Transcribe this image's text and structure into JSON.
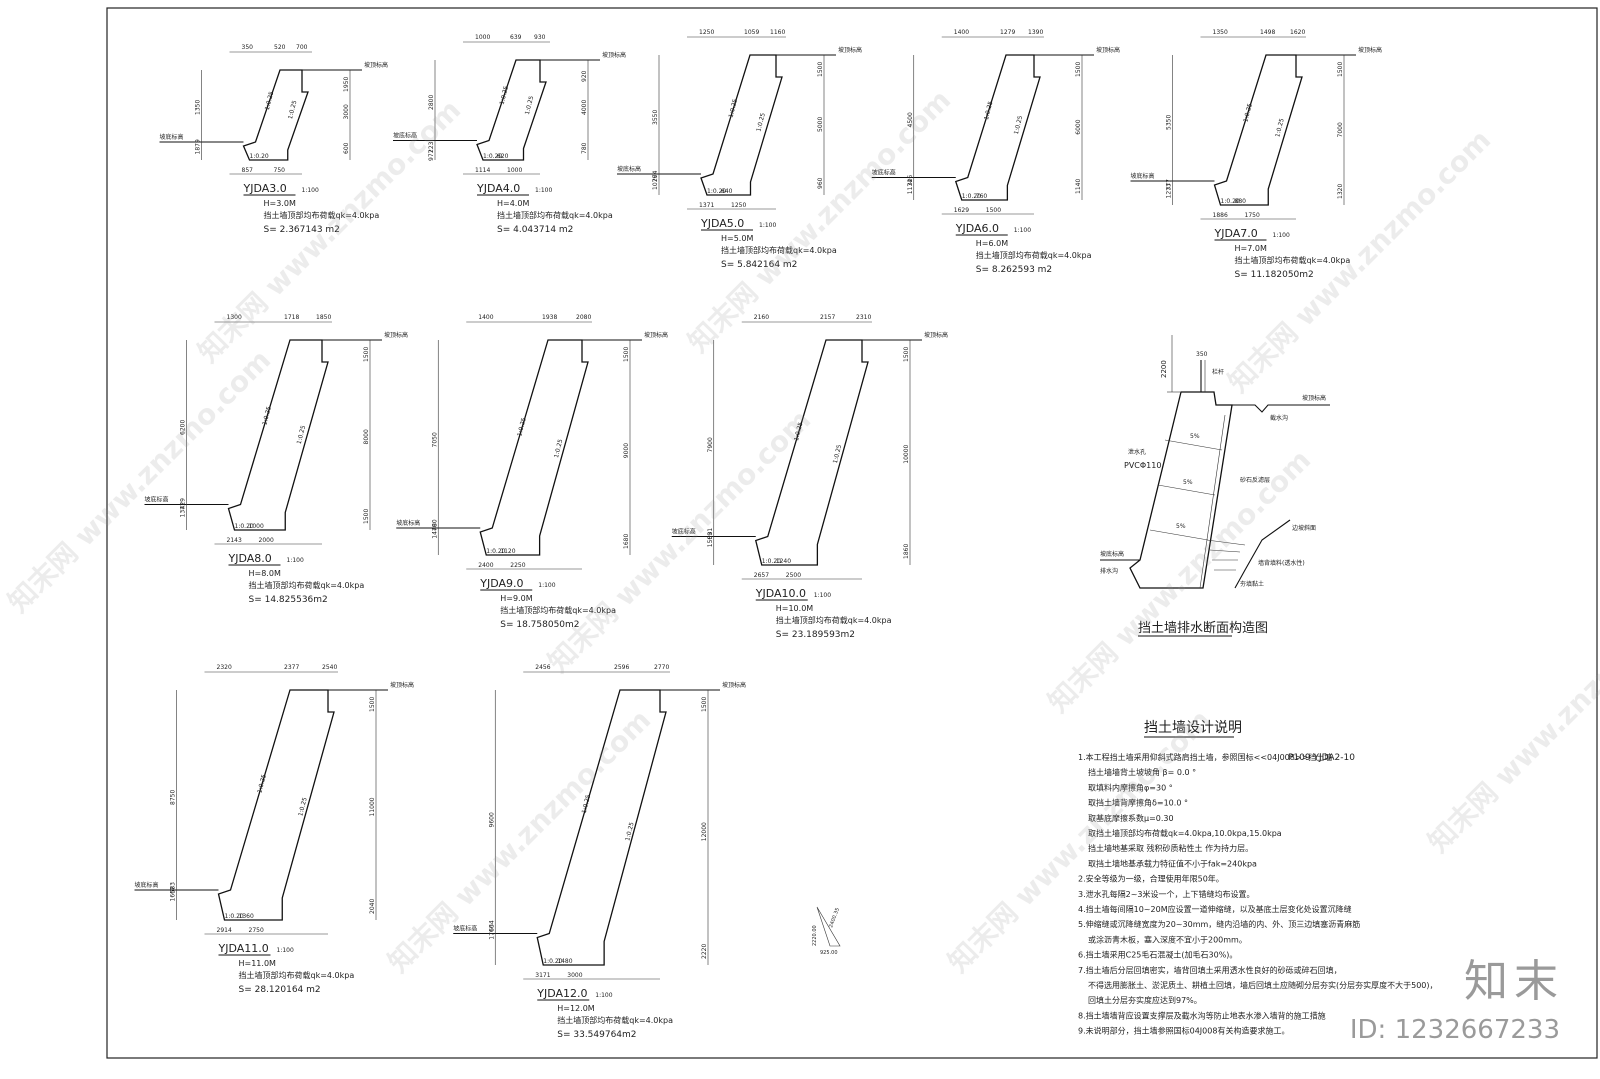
{
  "sheet": {
    "walls": [
      {
        "id": "YJDA3.0",
        "scale": "1:100",
        "h": "H=3.0M",
        "load_label": "挡土墙顶部均布荷载qk=4.0kpa",
        "area": "S= 2.367143 m2",
        "dims_top": [
          "350",
          "520",
          "700"
        ],
        "dims_right": [
          "1950",
          "3000",
          "600"
        ],
        "dims_left": [
          "1350",
          "1879"
        ],
        "dims_bottom": [
          "857",
          "750"
        ],
        "slope_labels": [
          "1:0.25",
          "1:0.25",
          "1:0.20"
        ],
        "ground_top": "坡顶标高",
        "ground_left": "坡底标高"
      },
      {
        "id": "YJDA4.0",
        "scale": "1:100",
        "h": "H=4.0M",
        "load_label": "挡土墙顶部均布荷载qk=4.0kpa",
        "area": "S= 4.043714 m2",
        "dims_top": [
          "1000",
          "639",
          "930"
        ],
        "dims_right": [
          "920",
          "4000",
          "780"
        ],
        "dims_left": [
          "2800",
          "223",
          "977"
        ],
        "dims_bottom": [
          "1114",
          "1000",
          "620"
        ],
        "slope_labels": [
          "1:0.25",
          "1:0.25",
          "1:0.20"
        ],
        "ground_top": "坡顶标高",
        "ground_left": "坡底标高"
      },
      {
        "id": "YJDA5.0",
        "scale": "1:100",
        "h": "H=5.0M",
        "load_label": "挡土墙顶部均布荷载qk=4.0kpa",
        "area": "S= 5.842164 m2",
        "dims_top": [
          "1250",
          "1059",
          "1160"
        ],
        "dims_right": [
          "1500",
          "5000",
          "960"
        ],
        "dims_left": [
          "3550",
          "274",
          "1076"
        ],
        "dims_bottom": [
          "1371",
          "1250",
          "640"
        ],
        "slope_labels": [
          "1:0.25",
          "1:0.25",
          "1:0.20"
        ],
        "ground_top": "坡顶标高",
        "ground_left": "坡底标高"
      },
      {
        "id": "YJDA6.0",
        "scale": "1:100",
        "h": "H=6.0M",
        "load_label": "挡土墙顶部均布荷载qk=4.0kpa",
        "area": "S= 8.262593 m2",
        "dims_top": [
          "1400",
          "1279",
          "1390"
        ],
        "dims_right": [
          "1500",
          "6000",
          "1140"
        ],
        "dims_left": [
          "4500",
          "326",
          "1174"
        ],
        "dims_bottom": [
          "1629",
          "1500",
          "760"
        ],
        "slope_labels": [
          "1:0.25",
          "1:0.25",
          "1:0.20"
        ],
        "ground_top": "坡顶标高",
        "ground_left": "坡底标高"
      },
      {
        "id": "YJDA7.0",
        "scale": "1:100",
        "h": "H=7.0M",
        "load_label": "挡土墙顶部均布荷载qk=4.0kpa",
        "area": "S= 11.182050m2",
        "dims_top": [
          "1350",
          "1498",
          "1620"
        ],
        "dims_right": [
          "1500",
          "7000",
          "1320"
        ],
        "dims_left": [
          "5350",
          "377",
          "1273"
        ],
        "dims_bottom": [
          "1886",
          "1750",
          "880"
        ],
        "slope_labels": [
          "1:0.25",
          "1:0.25",
          "1:0.20"
        ],
        "ground_top": "坡顶标高",
        "ground_left": "坡底标高"
      },
      {
        "id": "YJDA8.0",
        "scale": "1:100",
        "h": "H=8.0M",
        "load_label": "挡土墙顶部均布荷载qk=4.0kpa",
        "area": "S= 14.825536m2",
        "dims_top": [
          "1300",
          "1718",
          "1850"
        ],
        "dims_right": [
          "1500",
          "8000",
          "1500"
        ],
        "dims_left": [
          "6200",
          "429",
          "1371"
        ],
        "dims_bottom": [
          "2143",
          "2000",
          "1000"
        ],
        "slope_labels": [
          "1:0.25",
          "1:0.25",
          "1:0.20"
        ],
        "ground_top": "坡顶标高",
        "ground_left": "坡底标高"
      },
      {
        "id": "YJDA9.0",
        "scale": "1:100",
        "h": "H=9.0M",
        "load_label": "挡土墙顶部均布荷载qk=4.0kpa",
        "area": "S= 18.758050m2",
        "dims_top": [
          "1400",
          "1938",
          "2080"
        ],
        "dims_right": [
          "1500",
          "9000",
          "1680"
        ],
        "dims_left": [
          "7050",
          "480",
          "1470"
        ],
        "dims_bottom": [
          "2400",
          "2250",
          "1120"
        ],
        "slope_labels": [
          "1:0.25",
          "1:0.25",
          "1:0.20"
        ],
        "ground_top": "坡顶标高",
        "ground_left": "坡底标高"
      },
      {
        "id": "YJDA10.0",
        "scale": "1:100",
        "h": "H=10.0M",
        "load_label": "挡土墙顶部均布荷载qk=4.0kpa",
        "area": "S= 23.189593m2",
        "dims_top": [
          "2160",
          "2157",
          "2310"
        ],
        "dims_right": [
          "1500",
          "10000",
          "1860"
        ],
        "dims_left": [
          "7900",
          "531",
          "1569"
        ],
        "dims_bottom": [
          "2657",
          "2500",
          "1240"
        ],
        "slope_labels": [
          "1:0.25",
          "1:0.25",
          "1:0.20"
        ],
        "ground_top": "坡顶标高",
        "ground_left": "坡底标高"
      },
      {
        "id": "YJDA11.0",
        "scale": "1:100",
        "h": "H=11.0M",
        "load_label": "挡土墙顶部均布荷载qk=4.0kpa",
        "area": "S= 28.120164 m2",
        "dims_top": [
          "2320",
          "2377",
          "2540"
        ],
        "dims_right": [
          "1500",
          "11000",
          "2040"
        ],
        "dims_left": [
          "8750",
          "583",
          "1667"
        ],
        "dims_bottom": [
          "2914",
          "2750",
          "1360"
        ],
        "slope_labels": [
          "1:0.25",
          "1:0.25",
          "1:0.20"
        ],
        "ground_top": "坡顶标高",
        "ground_left": "坡底标高"
      },
      {
        "id": "YJDA12.0",
        "scale": "1:100",
        "h": "H=12.0M",
        "load_label": "挡土墙顶部均布荷载qk=4.0kpa",
        "area": "S= 33.549764m2",
        "dims_top": [
          "2456",
          "2596",
          "2770"
        ],
        "dims_right": [
          "1500",
          "12000",
          "2220"
        ],
        "dims_left": [
          "9600",
          "634",
          "1766"
        ],
        "dims_bottom": [
          "3171",
          "3000",
          "1480"
        ],
        "slope_labels": [
          "1:0.25",
          "1:0.25",
          "1:0.20"
        ],
        "ground_top": "坡顶标高",
        "ground_left": "坡底标高"
      }
    ],
    "drain_detail": {
      "title": "挡土墙排水断面构造图",
      "labels": {
        "top_rail": "栏杆",
        "top_ground": "坡顶标高",
        "pipe": "泄水孔",
        "pipe_spec": "PVCΦ110",
        "gravel": "砂石反滤层",
        "bottom_ground": "坡底标高",
        "slope": "边坡斜面",
        "ditch_top": "截水沟",
        "ditch_bottom": "排水沟",
        "fill": "墙背填料(透水性)",
        "cushion": "夯填黏土",
        "dim_top": "2200",
        "dim_small": "350",
        "slope_pct": "5%"
      }
    },
    "notes": {
      "title": "挡土墙设计说明",
      "ref": "P109 YJDA2-10",
      "lines": [
        "1.本工程挡土墙采用仰斜式路肩挡土墙，参照国标<<04J008>>挡土墙",
        "挡土墙墙背土坡坡角 β= 0.0 °",
        "取填料内摩擦角φ=30 °",
        "取挡土墙背摩擦角δ=10.0 °",
        "取基底摩擦系数μ=0.30",
        "取挡土墙顶部均布荷载qk=4.0kpa,10.0kpa,15.0kpa",
        "挡土墙地基采取  残积砂质粘性土  作为持力层。",
        "取挡土墙地基承载力特征值不小于fak=240kpa",
        "2.安全等级为一级，合理使用年限50年。",
        "3.泄水孔每隔2~3米设一个，上下错缝均布设置。",
        "4.挡土墙每间隔10~20M应设置一道伸缩缝，以及基底土层变化处设置沉降缝",
        "5.伸缩缝或沉降缝宽度为20~30mm，缝内沿墙的内、外、顶三边填塞沥青麻筋",
        "   或涂沥青木板，塞入深度不宜小于200mm。",
        "6.挡土墙采用C25毛石混凝土(加毛石30%)。",
        "7.挡土墙后分层回填密实，墙背回填土采用透水性良好的砂砾或碎石回填，",
        "   不得选用膨胀土、淤泥质土、耕植土回填，墙后回填土应随砌分层夯实(分层夯实厚度不大于500)，",
        "   回填土分层夯实度应达到97%。",
        "8.挡土墙墙背应设置支撑层及截水沟等防止地表水渗入墙背的施工措施",
        "9.未说明部分，挡土墙参照国标04J008有关构造要求施工。"
      ]
    },
    "scale_note": {
      "v": "2220.00",
      "h": "925.00",
      "d": "2400.35"
    },
    "watermark_text": "知末网 www.znzmo.com",
    "brand": {
      "logo": "知末",
      "id": "ID: 1232667233"
    }
  }
}
